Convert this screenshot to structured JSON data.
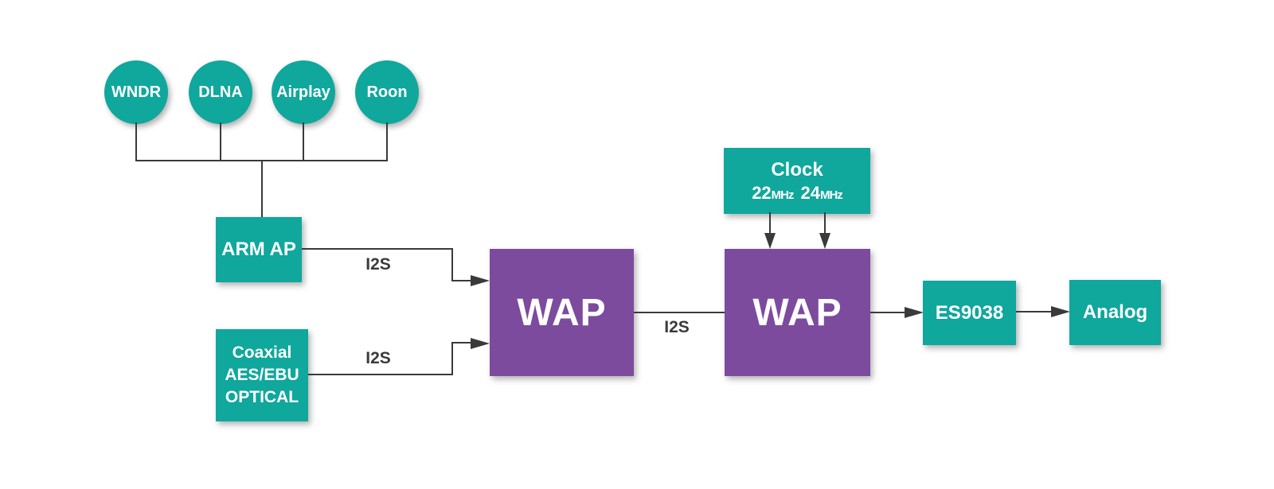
{
  "diagram": {
    "colors": {
      "teal": "#10A79C",
      "purple": "#7C4B9E",
      "line": "#3A3A3A"
    },
    "sources": [
      {
        "label": "WNDR"
      },
      {
        "label": "DLNA"
      },
      {
        "label": "Airplay"
      },
      {
        "label": "Roon"
      }
    ],
    "blocks": {
      "arm_ap": {
        "label": "ARM AP"
      },
      "digital_inputs": {
        "line1": "Coaxial",
        "line2": "AES/EBU",
        "line3": "OPTICAL"
      },
      "wap1": {
        "label": "WAP"
      },
      "wap2": {
        "label": "WAP"
      },
      "clock": {
        "title": "Clock",
        "freq1_value": "22",
        "freq1_unit": "MHz",
        "freq2_value": "24",
        "freq2_unit": "MHz"
      },
      "dac": {
        "label": "ES9038"
      },
      "analog_out": {
        "label": "Analog"
      }
    },
    "links": {
      "arm_to_wap1": "I2S",
      "digital_to_wap1": "I2S",
      "wap1_to_wap2": "I2S"
    }
  }
}
